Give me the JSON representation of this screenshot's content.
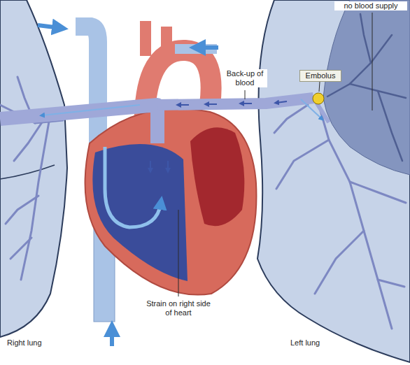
{
  "diagram": {
    "labels": [
      "no blood supply",
      "Back-up of blood",
      "Embolus",
      "Strain on right side of heart",
      "Right lung",
      "Left lung"
    ]
  }
}
